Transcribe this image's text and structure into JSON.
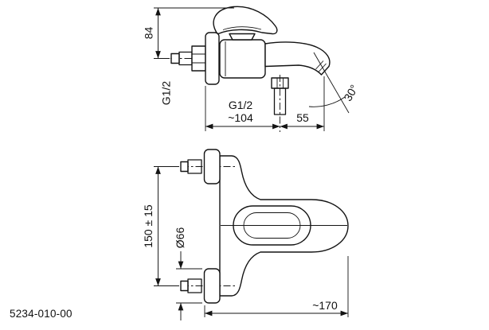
{
  "part_number": "5234-010-00",
  "side_view": {
    "dim_height": "84",
    "wall_thread": "G1/2",
    "outlet_thread": "G1/2",
    "dim_depth": "~104",
    "dim_spout_overhang": "55",
    "spout_angle": "30°"
  },
  "front_view": {
    "dim_mount_spacing": "150 ± 15",
    "dim_escutcheon_diameter": "Ø66",
    "dim_total_width": "~170"
  }
}
